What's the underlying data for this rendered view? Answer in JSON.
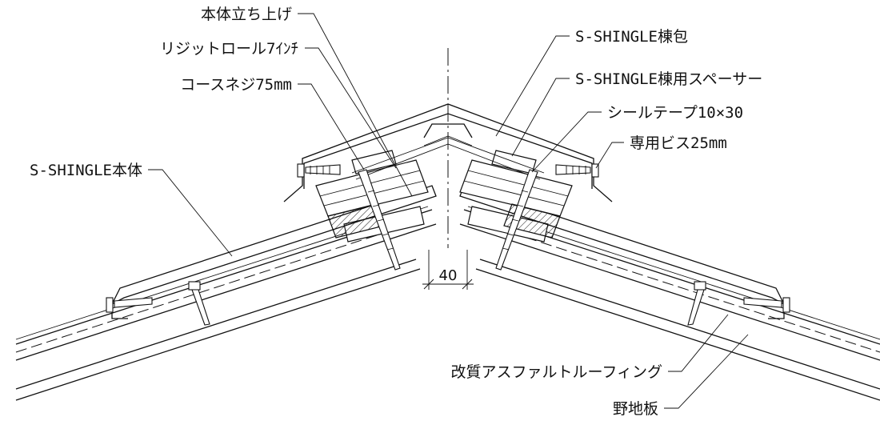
{
  "labels": {
    "body_riser": "本体立ち上げ",
    "rigid_roll": "リジットロール7ｲﾝﾁ",
    "coarse_screw": "コースネジ75mm",
    "shingle_body": "S-SHINGLE本体",
    "ridge_cover": "S-SHINGLE棟包",
    "ridge_spacer": "S-SHINGLE棟用スペーサー",
    "seal_tape": "シールテープ10×30",
    "dedicated_screw": "専用ビス25mm",
    "modified_asphalt_roofing": "改質アスファルトルーフィング",
    "sheathing_board": "野地板"
  },
  "dimension": {
    "ridge_gap": "40"
  }
}
